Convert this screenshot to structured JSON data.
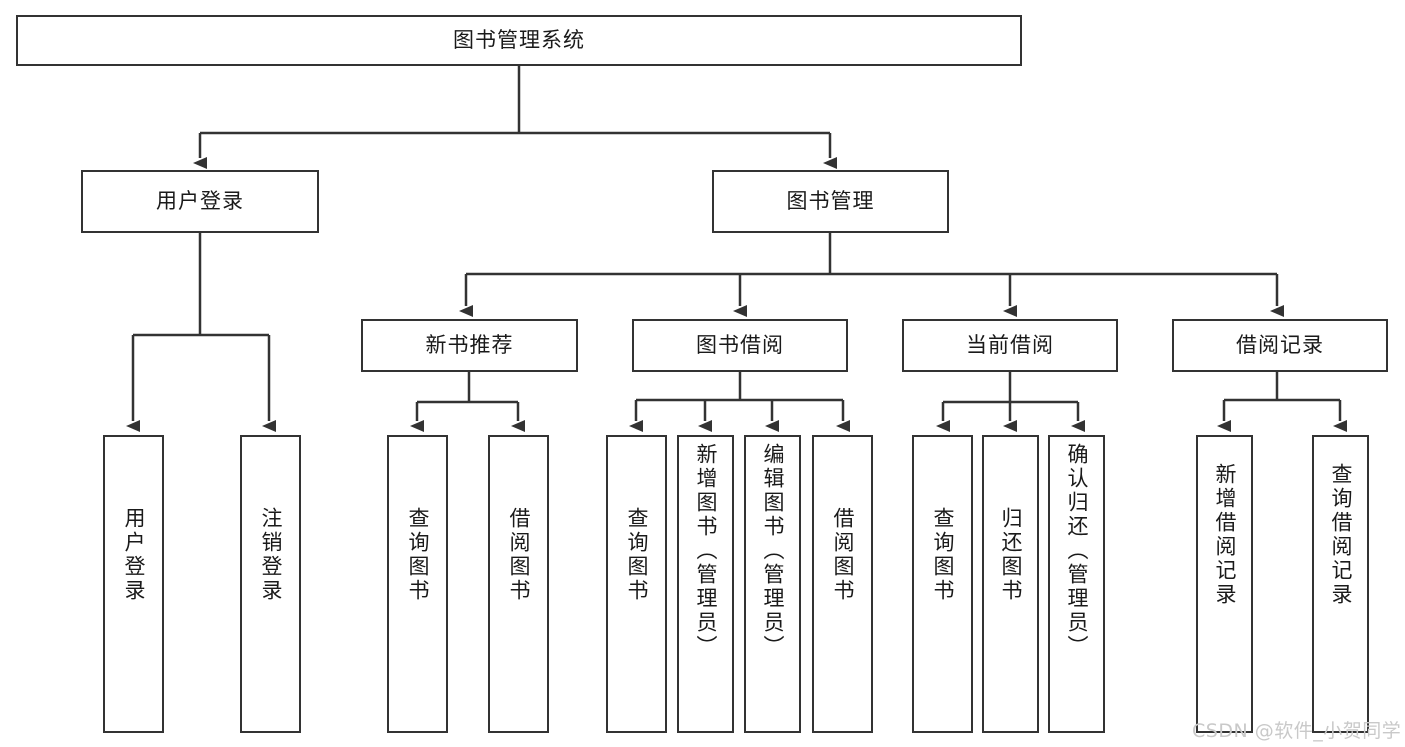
{
  "diagram": {
    "type": "tree",
    "title": "图书管理系统",
    "watermark": "CSDN @软件_小贺同学",
    "root": {
      "id": "root",
      "label": "图书管理系统",
      "orientation": "horizontal"
    },
    "level2": [
      {
        "id": "user-login",
        "label": "用户登录",
        "orientation": "horizontal"
      },
      {
        "id": "book-manage",
        "label": "图书管理",
        "orientation": "horizontal"
      }
    ],
    "level3": [
      {
        "id": "new-book-rec",
        "label": "新书推荐",
        "orientation": "horizontal",
        "parent": "book-manage"
      },
      {
        "id": "book-borrow",
        "label": "图书借阅",
        "orientation": "horizontal",
        "parent": "book-manage"
      },
      {
        "id": "current-borrow",
        "label": "当前借阅",
        "orientation": "horizontal",
        "parent": "book-manage"
      },
      {
        "id": "borrow-record",
        "label": "借阅记录",
        "orientation": "horizontal",
        "parent": "book-manage"
      }
    ],
    "leaves": [
      {
        "id": "leaf-user-login",
        "label": "用户登录",
        "parent": "user-login"
      },
      {
        "id": "leaf-logout",
        "label": "注销登录",
        "parent": "user-login"
      },
      {
        "id": "leaf-query-book-1",
        "label": "查询图书",
        "parent": "new-book-rec"
      },
      {
        "id": "leaf-borrow-book-1",
        "label": "借阅图书",
        "parent": "new-book-rec"
      },
      {
        "id": "leaf-query-book-2",
        "label": "查询图书",
        "parent": "book-borrow"
      },
      {
        "id": "leaf-add-book",
        "label": "新增图书（管理员）",
        "parent": "book-borrow"
      },
      {
        "id": "leaf-edit-book",
        "label": "编辑图书（管理员）",
        "parent": "book-borrow"
      },
      {
        "id": "leaf-borrow-book-2",
        "label": "借阅图书",
        "parent": "book-borrow"
      },
      {
        "id": "leaf-query-book-3",
        "label": "查询图书",
        "parent": "current-borrow"
      },
      {
        "id": "leaf-return-book",
        "label": "归还图书",
        "parent": "current-borrow"
      },
      {
        "id": "leaf-confirm-return",
        "label": "确认归还（管理员）",
        "parent": "current-borrow"
      },
      {
        "id": "leaf-add-record",
        "label": "新增借阅记录",
        "parent": "borrow-record"
      },
      {
        "id": "leaf-query-record",
        "label": "查询借阅记录",
        "parent": "borrow-record"
      }
    ],
    "colors": {
      "stroke": "#333333",
      "text": "#1a1a1a",
      "background": "#ffffff",
      "watermark": "#c9c9c9"
    }
  }
}
